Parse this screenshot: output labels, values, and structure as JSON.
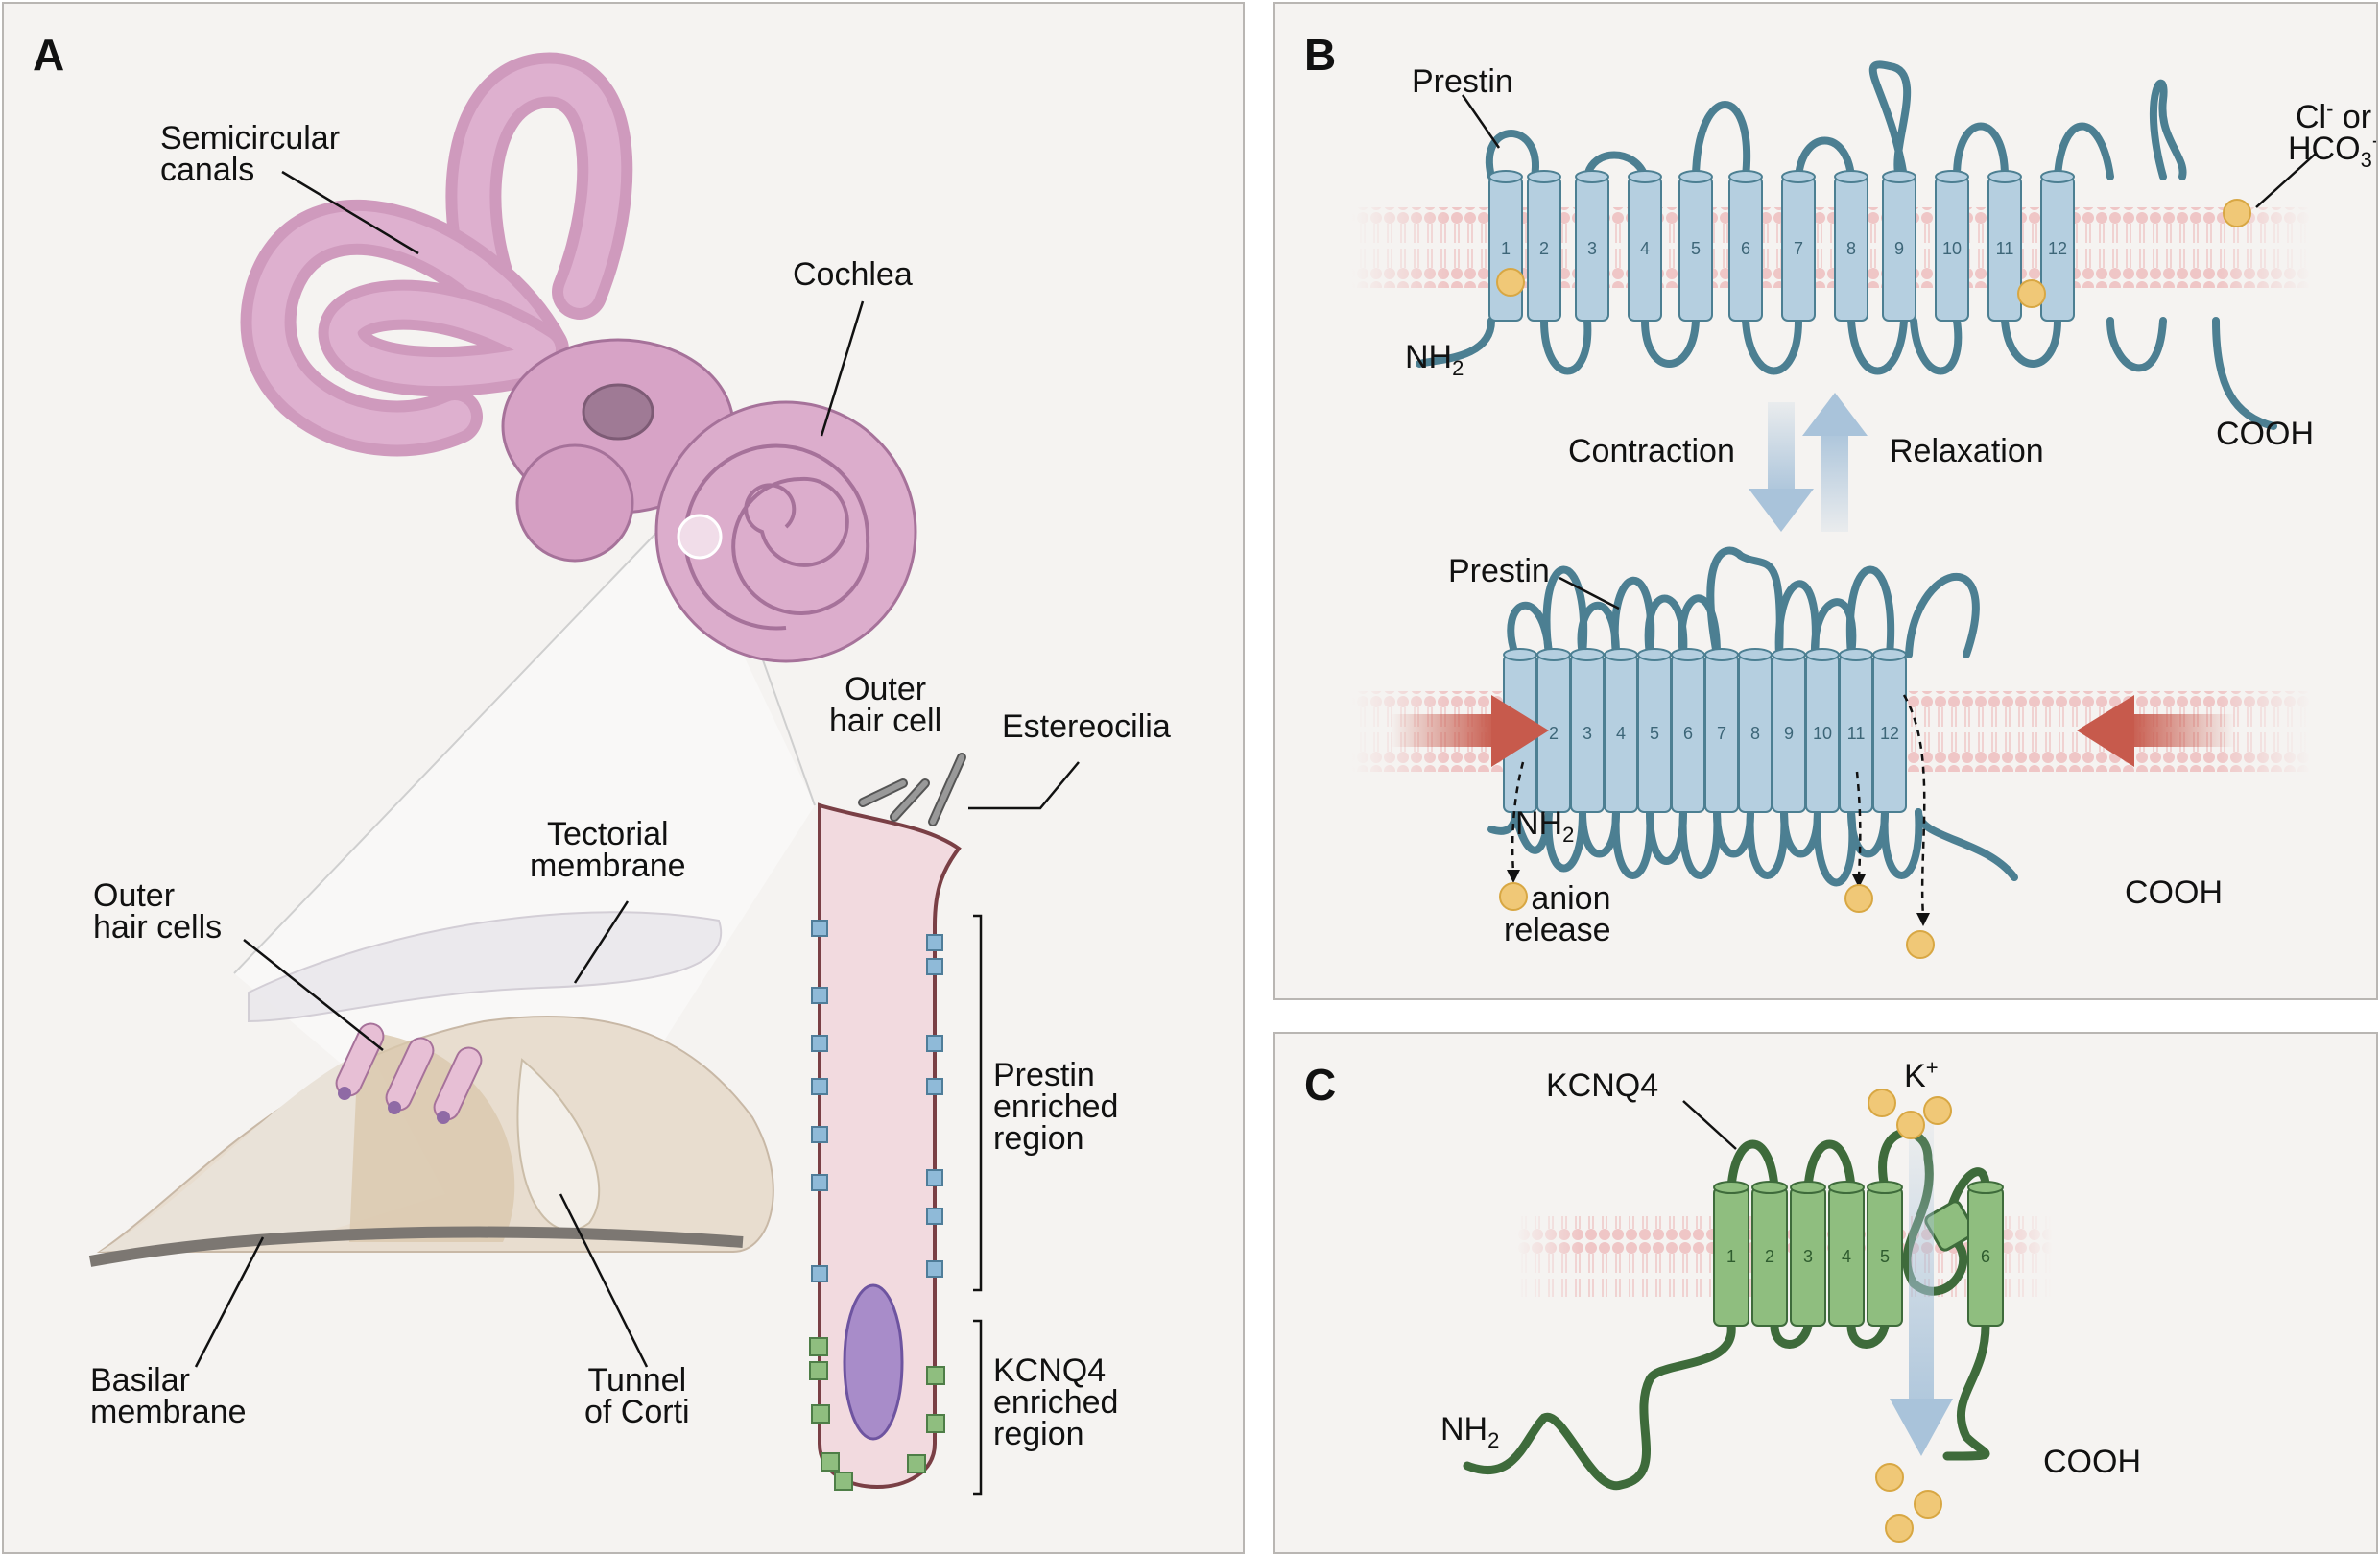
{
  "panels": {
    "a": {
      "label": "A",
      "semicircular_canals": [
        "Semicircular",
        "canals"
      ],
      "cochlea": "Cochlea",
      "outer_hair_cell": [
        "Outer",
        "hair cell"
      ],
      "estereocilia": "Estereocilia",
      "tectorial_membrane": [
        "Tectorial",
        "membrane"
      ],
      "outer_hair_cells": [
        "Outer",
        "hair cells"
      ],
      "prestin_region": [
        "Prestin",
        "enriched",
        "region"
      ],
      "kcnq4_region": [
        "KCNQ4",
        "enriched",
        "region"
      ],
      "basilar_membrane": [
        "Basilar",
        "membrane"
      ],
      "tunnel_of_corti": [
        "Tunnel",
        "of Corti"
      ]
    },
    "b": {
      "label": "B",
      "prestin_top": "Prestin",
      "prestin_bottom": "Prestin",
      "anion_top": [
        "Cl",
        "-",
        " or"
      ],
      "anion_bottom": [
        "HCO",
        "3",
        "-"
      ],
      "nh2_top": [
        "NH",
        "2"
      ],
      "cooh_top": "COOH",
      "contraction": "Contraction",
      "relaxation": "Relaxation",
      "nh2_bottom": [
        "NH",
        "2"
      ],
      "cooh_bottom": "COOH",
      "anion_release": [
        "anion",
        "release"
      ],
      "helix_numbers": [
        "1",
        "2",
        "3",
        "4",
        "5",
        "6",
        "7",
        "8",
        "9",
        "10",
        "11",
        "12"
      ]
    },
    "c": {
      "label": "C",
      "kcnq4": "KCNQ4",
      "k_ion": [
        "K",
        "+"
      ],
      "nh2": [
        "NH",
        "2"
      ],
      "cooh": "COOH",
      "helix_numbers": [
        "1",
        "2",
        "3",
        "4",
        "5",
        "6"
      ]
    }
  },
  "colors": {
    "cochlea": "#d9a7c9",
    "prestin": "#b5cfe0",
    "prestin_loop": "#4c7f92",
    "kcnq4": "#8fbe7f",
    "kcnq4_loop": "#3e6b3b",
    "ion": "#f0c877",
    "membrane": "#efc6c6"
  }
}
